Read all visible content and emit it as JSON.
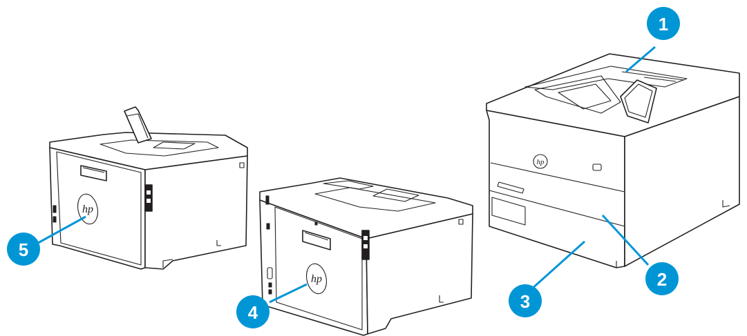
{
  "diagram": {
    "accent_color": "#0096d6",
    "outline_color": "#231f20",
    "callouts": [
      {
        "id": 1,
        "label": "1"
      },
      {
        "id": 2,
        "label": "2"
      },
      {
        "id": 3,
        "label": "3"
      },
      {
        "id": 4,
        "label": "4"
      },
      {
        "id": 5,
        "label": "5"
      }
    ],
    "logo_text": "hp"
  }
}
